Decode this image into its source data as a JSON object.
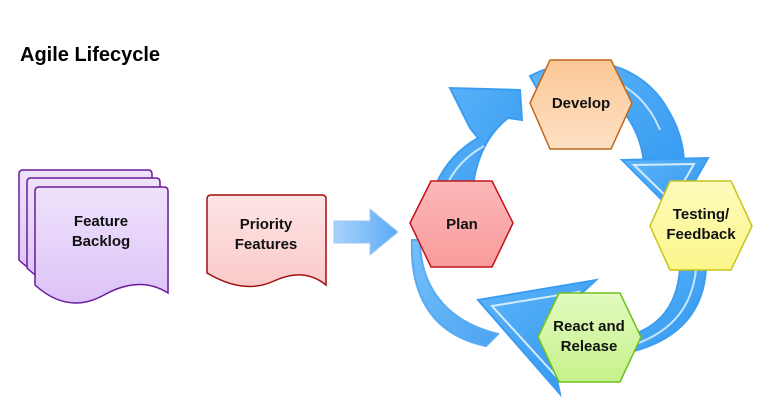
{
  "title": "Agile Lifecycle",
  "documents": {
    "backlog": {
      "line1": "Feature",
      "line2": "Backlog"
    },
    "priority": {
      "line1": "Priority",
      "line2": "Features"
    }
  },
  "phases": {
    "plan": {
      "label": "Plan"
    },
    "develop": {
      "label": "Develop"
    },
    "testing": {
      "line1": "Testing/",
      "line2": "Feedback"
    },
    "release": {
      "line1": "React and",
      "line2": "Release"
    }
  },
  "colors": {
    "backlog_fill": "#e8d5fb",
    "backlog_stroke": "#6a1b9a",
    "priority_fill": "#fdd6d6",
    "priority_stroke": "#a30f0f",
    "plan_fill": "#fba9a9",
    "plan_stroke": "#c4121b",
    "develop_fill": "#fdd3a8",
    "develop_stroke": "#c1661a",
    "testing_fill": "#fdfba6",
    "testing_stroke": "#c8c41a",
    "release_fill": "#d5f7a6",
    "release_stroke": "#6fbf1f",
    "cycle_arrow": "#4aa8f5",
    "flow_arrow": "#7fbcf9"
  }
}
